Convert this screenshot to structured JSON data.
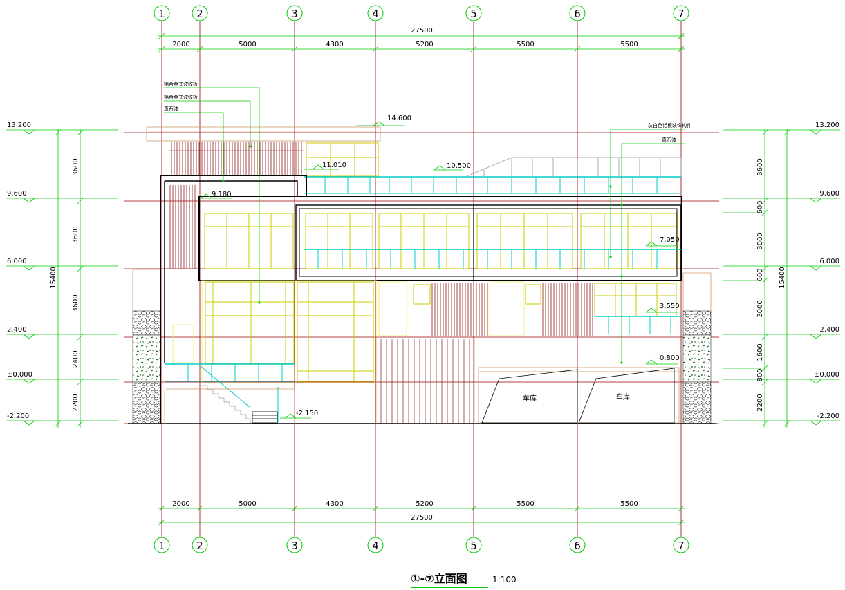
{
  "drawing": {
    "title": "①-⑦立面图",
    "scale": "1:100",
    "grid_labels": [
      "1",
      "2",
      "3",
      "4",
      "5",
      "6",
      "7"
    ],
    "total_width": "27500",
    "bay_dimensions": [
      "2000",
      "5000",
      "4300",
      "5200",
      "5500",
      "5500"
    ],
    "levels_left": [
      "13.200",
      "9.600",
      "6.000",
      "2.400",
      "±0.000",
      "-2.200"
    ],
    "levels_right": [
      "13.200",
      "9.600",
      "6.000",
      "2.400",
      "±0.000",
      "-2.200"
    ],
    "left_story_dims": [
      "3600",
      "3600",
      "3600",
      "2400",
      "2200"
    ],
    "left_total_height": "15400",
    "right_story_dims": [
      "3600",
      "600",
      "3000",
      "600",
      "3000",
      "1600",
      "800",
      "2200"
    ],
    "right_total_height": "15400",
    "inner_elevations": [
      "14.600",
      "11.010",
      "10.500",
      "9.180",
      "7.050",
      "3.550",
      "0.800",
      "-2.150"
    ],
    "annotations": {
      "note_1": "铝合金式波纹板",
      "note_2": "铝合金式波纹板",
      "note_3": "真石漆",
      "note_4": "灰白色铝板装饰构件",
      "note_5": "真石漆",
      "garage_1": "车库",
      "garage_2": "车库"
    },
    "colors": {
      "grid_line": "#990000",
      "dimension": "#00cc00",
      "window": "#cccc00",
      "glass_rail": "#00cccc",
      "wall_outline": "#000000",
      "timber_louver": "#993333"
    }
  }
}
